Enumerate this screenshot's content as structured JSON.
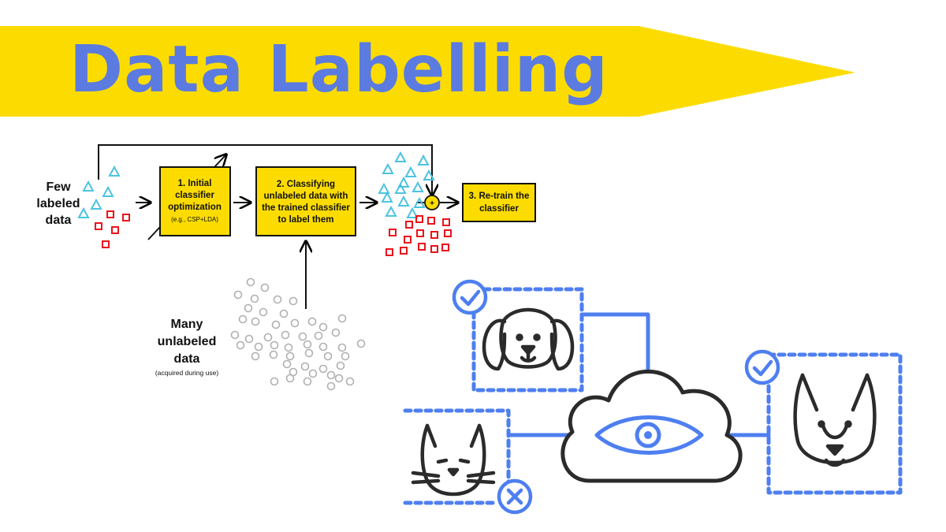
{
  "title": "Data Labelling",
  "colors": {
    "banner": "#fcdc00",
    "title": "#5b7be0",
    "box": "#fcdc00",
    "triangle": "#4cc3e0",
    "square": "#e8141c",
    "circle": "#b0b0b0",
    "blue": "#4e7ff0",
    "dark": "#2b2b2b"
  },
  "flow": {
    "few_label": [
      "Few",
      "labeled",
      "data"
    ],
    "box1": [
      "1. Initial",
      "classifier",
      "optimization"
    ],
    "box1_sub": "(e.g., CSP+LDA)",
    "box2": [
      "2. Classifying",
      "unlabeled data with",
      "the trained classifier",
      "to label them"
    ],
    "box3": [
      "3. Re-train the",
      "classifier"
    ],
    "combine_symbol": "+",
    "many_label": [
      "Many",
      "unlabeled",
      "data"
    ],
    "many_sub": "(acquired during use)"
  },
  "illustration": {
    "icons": [
      "dog-floppy-ears-icon",
      "dog-pointy-ears-icon",
      "cat-icon",
      "cloud-icon",
      "eye-icon",
      "check-badge-icon",
      "x-badge-icon"
    ],
    "dog1_status": "check",
    "dog2_status": "check",
    "cat_status": "x"
  }
}
